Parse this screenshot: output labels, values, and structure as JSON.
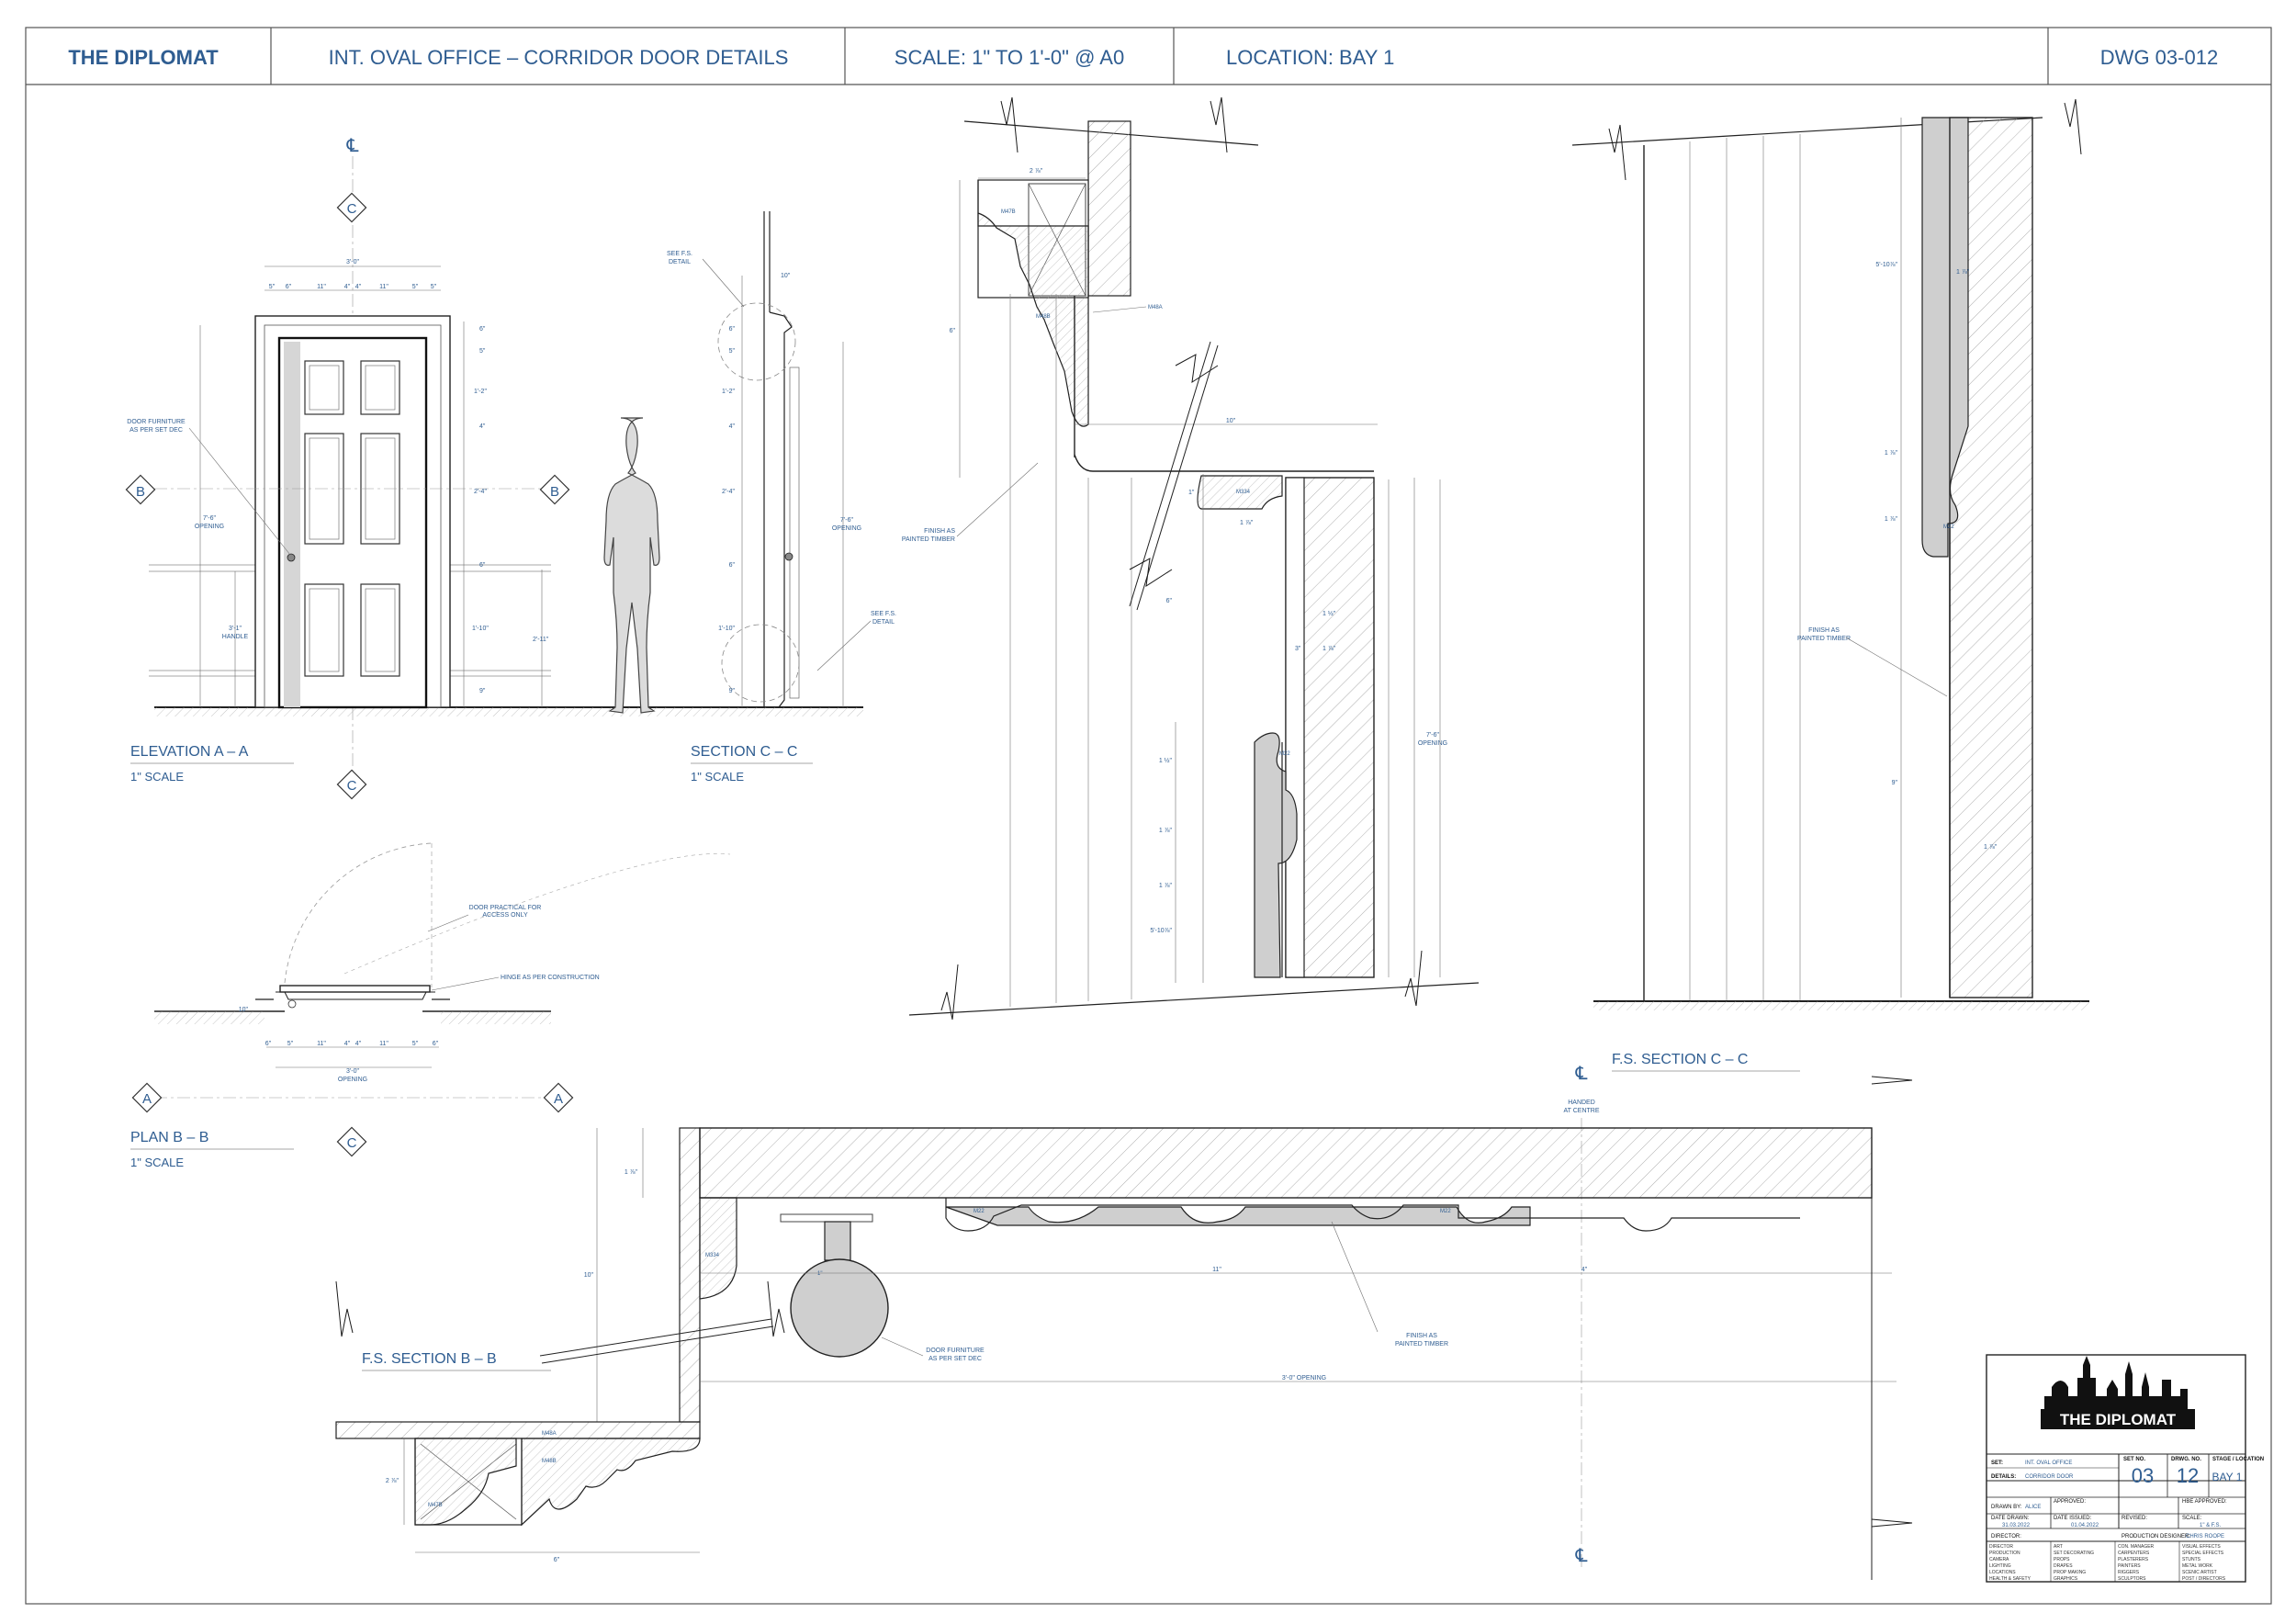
{
  "header": {
    "project": "THE DIPLOMAT",
    "title": "INT. OVAL OFFICE – CORRIDOR DOOR DETAILS",
    "scale": "SCALE: 1\" TO 1'-0\" @ A0",
    "location": "LOCATION: BAY 1",
    "drawing_no": "DWG 03-012"
  },
  "views": {
    "elevation_title": "ELEVATION A – A",
    "elevation_scale": "1\" SCALE",
    "section_cc_title": "SECTION C – C",
    "section_cc_scale": "1\" SCALE",
    "plan_title": "PLAN B – B",
    "plan_scale": "1\" SCALE",
    "fs_section_cc": "F.S. SECTION C – C",
    "fs_section_bb": "F.S. SECTION B – B"
  },
  "markers": {
    "c": "C",
    "b": "B",
    "a": "A",
    "cl": "℄"
  },
  "notes": {
    "door_furniture": "DOOR FURNITURE",
    "as_per_set_dec": "AS PER SET DEC",
    "opening_height": "7'-6\"",
    "opening": "OPENING",
    "handle_height": "3'-1\"",
    "handle": "HANDLE",
    "see_fs": "SEE F.S.",
    "detail": "DETAIL",
    "door_practical": "DOOR PRACTICAL FOR",
    "access_only": "ACCESS ONLY",
    "hinge": "HINGE AS PER CONSTRUCTION",
    "plan_opening": "3'-0\"",
    "finish_as": "FINISH AS",
    "painted_timber": "PAINTED TIMBER",
    "handed": "HANDED",
    "at_centre": "AT CENTRE",
    "opening_3ft": "3'-0\" OPENING"
  },
  "moulding_tags": {
    "m47b": "M47B",
    "m48b": "M48B",
    "m48a": "M48A",
    "m334": "M334",
    "m22": "M22"
  },
  "dims": {
    "elev_top": "3'-0\"",
    "elev_row": [
      "5\"",
      "6\"",
      "11\"",
      "4\"",
      "4\"",
      "11\"",
      "5\"",
      "5\""
    ],
    "elev_right": [
      "6\"",
      "5\"",
      "1'-2\"",
      "4\"",
      "2'-4\"",
      "6\"",
      "1'-10\"",
      "2'-11\"",
      "9\""
    ],
    "sec_right": [
      "10\"",
      "6\"",
      "5\"",
      "1'-2\"",
      "4\"",
      "2'-4\"",
      "6\"",
      "1'-10\"",
      "9\""
    ],
    "plan_row": [
      "6\"",
      "5\"",
      "11\"",
      "4\"",
      "4\"",
      "11\"",
      "5\"",
      "6\""
    ],
    "plan_left": "10\"",
    "cornice_top": "2 ⅞\"",
    "cornice_left": "6\"",
    "cornice_bottom": "10\"",
    "arch_dims": [
      "1\"",
      "1 ⅞\"",
      "1 ½\"",
      "3\"",
      "1 ⅞\"",
      "1 ½\"",
      "6\"",
      "1 ⅞\"",
      "1 ⅞\"",
      "5'-10⅞\""
    ],
    "fs_cc_dims": [
      "5'-10⅞\"",
      "1 ⅞\"",
      "1 ⅞\"",
      "1 ⅞\"",
      "9\"",
      "1 ⅞\""
    ],
    "fs_bb_dims": [
      "1 ⅞\"",
      "10\"",
      "11\"",
      "4\"",
      "2 ⅞\"",
      "6\"",
      "1\""
    ]
  },
  "title_block": {
    "logo": "THE DIPLOMAT",
    "set_label": "SET:",
    "set_value": "INT. OVAL OFFICE",
    "details_label": "DETAILS:",
    "details_value": "CORRIDOR DOOR",
    "set_no_label": "SET NO.",
    "set_no": "03",
    "drwg_no_label": "DRWG. NO.",
    "drwg_no": "12",
    "stage_label": "STAGE / LOCATION",
    "stage_value": "BAY 1",
    "drawn_by_label": "DRAWN BY:",
    "drawn_by": "ALICE",
    "approved_label": "APPROVED:",
    "hbe_approved_label": "HBE APPROVED:",
    "date_drawn_label": "DATE DRAWN:",
    "date_drawn": "31.03.2022",
    "date_issued_label": "DATE ISSUED:",
    "date_issued": "01.04.2022",
    "revised_label": "REVISED:",
    "scale_label": "SCALE:",
    "scale_value": "1\" & F.S.",
    "director_label": "DIRECTOR:",
    "prod_designer_label": "PRODUCTION DESIGNER:",
    "prod_designer": "CHRIS ROOPE",
    "dist_col1": [
      "DIRECTOR",
      "PRODUCTION",
      "CAMERA",
      "LIGHTING",
      "LOCATIONS",
      "HEALTH & SAFETY"
    ],
    "dist_col2": [
      "ART",
      "SET DECORATING",
      "PROPS",
      "DRAPES",
      "PROP MAKING",
      "GRAPHICS"
    ],
    "dist_col3": [
      "CON. MANAGER",
      "CARPENTERS",
      "PLASTERERS",
      "PAINTERS",
      "RIGGERS",
      "SCULPTORS"
    ],
    "dist_col4": [
      "VISUAL EFFECTS",
      "SPECIAL EFFECTS",
      "STUNTS",
      "METAL WORK",
      "SCENIC ARTIST",
      "POST / DIRECTORS"
    ]
  }
}
